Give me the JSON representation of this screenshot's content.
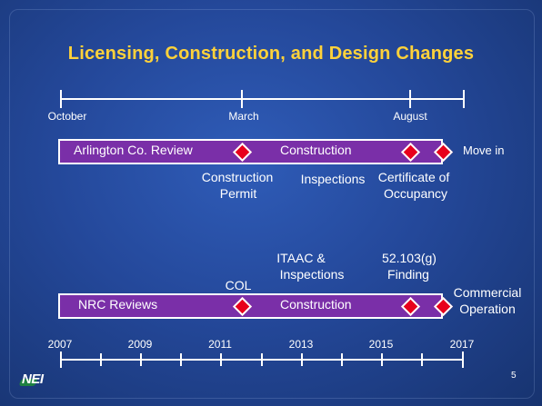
{
  "slide": {
    "title": "Licensing, Construction, and Design Changes",
    "page_number": "5",
    "logo_text": "NEI"
  },
  "top_timeline": {
    "months": [
      "October",
      "March",
      "August"
    ],
    "bar_labels": [
      "Arlington Co. Review",
      "Construction"
    ],
    "end_label": "Move in",
    "milestones": {
      "permit_line1": "Construction",
      "permit_line2": "Permit",
      "inspections": "Inspections",
      "certificate_line1": "Certificate of",
      "certificate_line2": "Occupancy"
    }
  },
  "bottom_timeline": {
    "milestones": {
      "col": "COL",
      "itaac_line1": "ITAAC &",
      "itaac_line2": "Inspections",
      "finding_line1": "52.103(g)",
      "finding_line2": "Finding",
      "commercial_line1": "Commercial",
      "commercial_line2": "Operation"
    },
    "bar_labels": [
      "NRC Reviews",
      "Construction"
    ],
    "years": [
      "2007",
      "2009",
      "2011",
      "2013",
      "2015",
      "2017"
    ]
  },
  "colors": {
    "title": "#ffd23a",
    "bar": "#7a2fa8",
    "milestone": "#e8001c",
    "background": "#24489a"
  }
}
